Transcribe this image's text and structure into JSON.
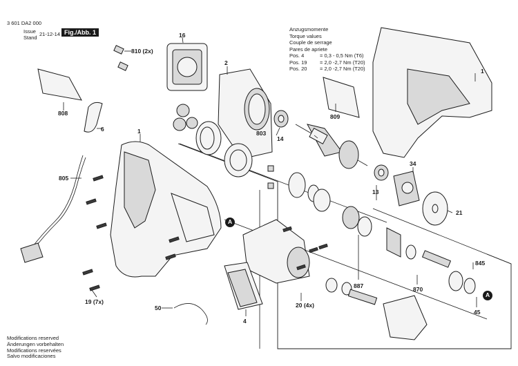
{
  "header": {
    "doc_number": "3 601 DA2 000",
    "issue_label_1": "Issue",
    "issue_label_2": "Stand",
    "issue_date": "21-12-14",
    "figure_label": "Fig./Abb. 1"
  },
  "torque": {
    "title_lines": [
      "Anzugsmomente",
      "Torque values",
      "Couple de serrage",
      "Pares de apriete"
    ],
    "rows": [
      {
        "pos": "Pos. 4",
        "value": "= 0,3 - 0,5 Nm (T6)"
      },
      {
        "pos": "Pos. 19",
        "value": "= 2,0 -2,7 Nm (T20)"
      },
      {
        "pos": "Pos. 20",
        "value": "= 2,0 -2,7 Nm (T20)"
      }
    ]
  },
  "labels": {
    "p16": "16",
    "p810": "810 (2x)",
    "p2": "2",
    "p808": "808",
    "p6": "6",
    "p1a": "1",
    "p1b": "1",
    "p805": "805",
    "p803": "803",
    "p14": "14",
    "p809": "809",
    "p34": "34",
    "p13": "13",
    "p21": "21",
    "p845": "845",
    "p887": "887",
    "p870": "870",
    "p45": "45",
    "p19": "19 (7x)",
    "p20": "20 (4x)",
    "p50": "50",
    "p4": "4"
  },
  "markers": [
    "A",
    "A"
  ],
  "footer": [
    "Modifications reserved",
    "Änderungen vorbehalten",
    "Modifications reservées",
    "Salvo modificaciones"
  ]
}
